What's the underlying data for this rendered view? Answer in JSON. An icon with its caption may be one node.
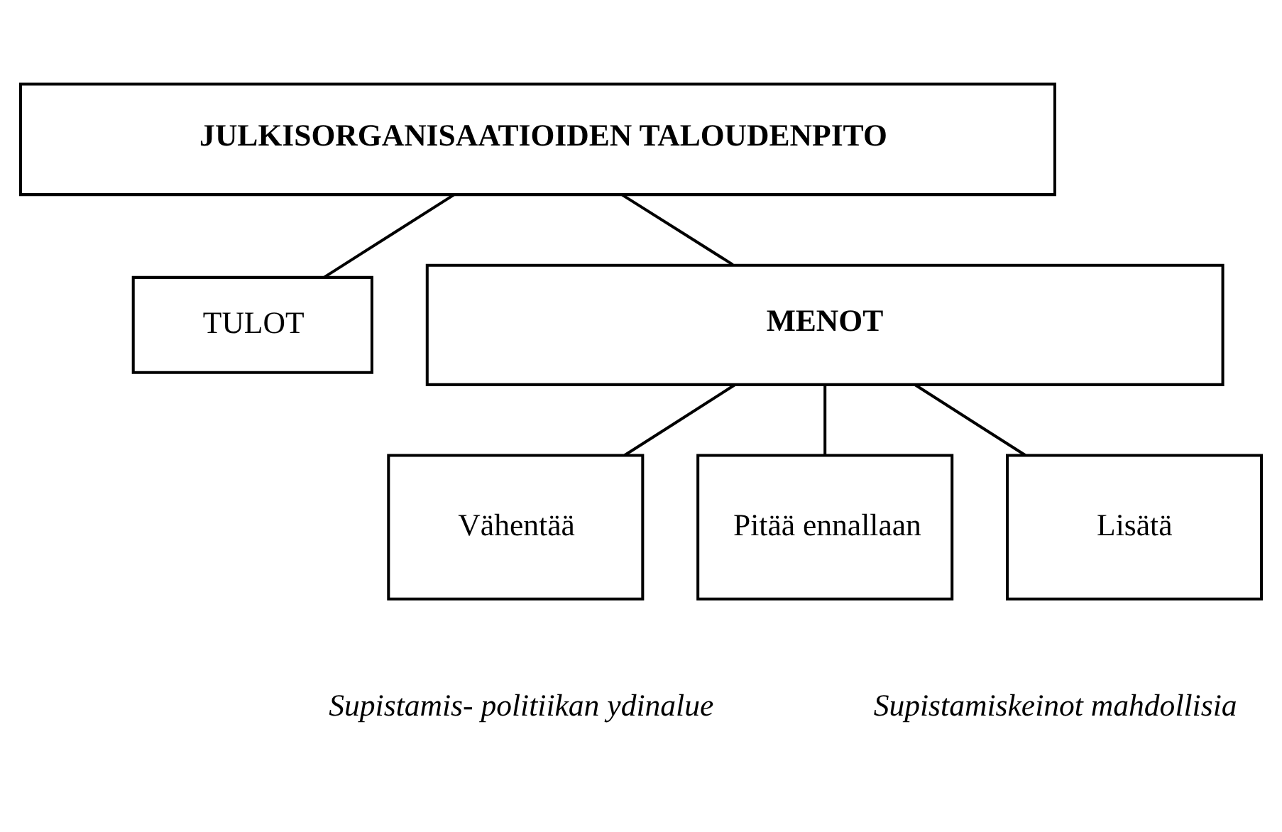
{
  "diagram": {
    "nodes": [
      {
        "text": [
          "JULKISORGANISAATIOIDEN TALOUDENPITO"
        ]
      },
      {
        "text": [
          "TULOT"
        ]
      },
      {
        "text": [
          "MENOT"
        ]
      },
      {
        "text": [
          "Vähentää"
        ]
      },
      {
        "text": [
          "Pitää ennallaan"
        ]
      },
      {
        "text": [
          "Lisätä"
        ]
      }
    ],
    "edges": [
      {
        "from": 0,
        "to": 1,
        "arrow": "none"
      },
      {
        "from": 0,
        "to": 2,
        "arrow": "none"
      },
      {
        "from": 2,
        "to": 3,
        "arrow": "none"
      },
      {
        "from": 2,
        "to": 4,
        "arrow": "none"
      },
      {
        "from": 2,
        "to": 5,
        "arrow": "none"
      }
    ],
    "labels": [
      "Supistamis- politiikan ydinalue",
      "Supistamiskeinot mahdollisia"
    ]
  }
}
